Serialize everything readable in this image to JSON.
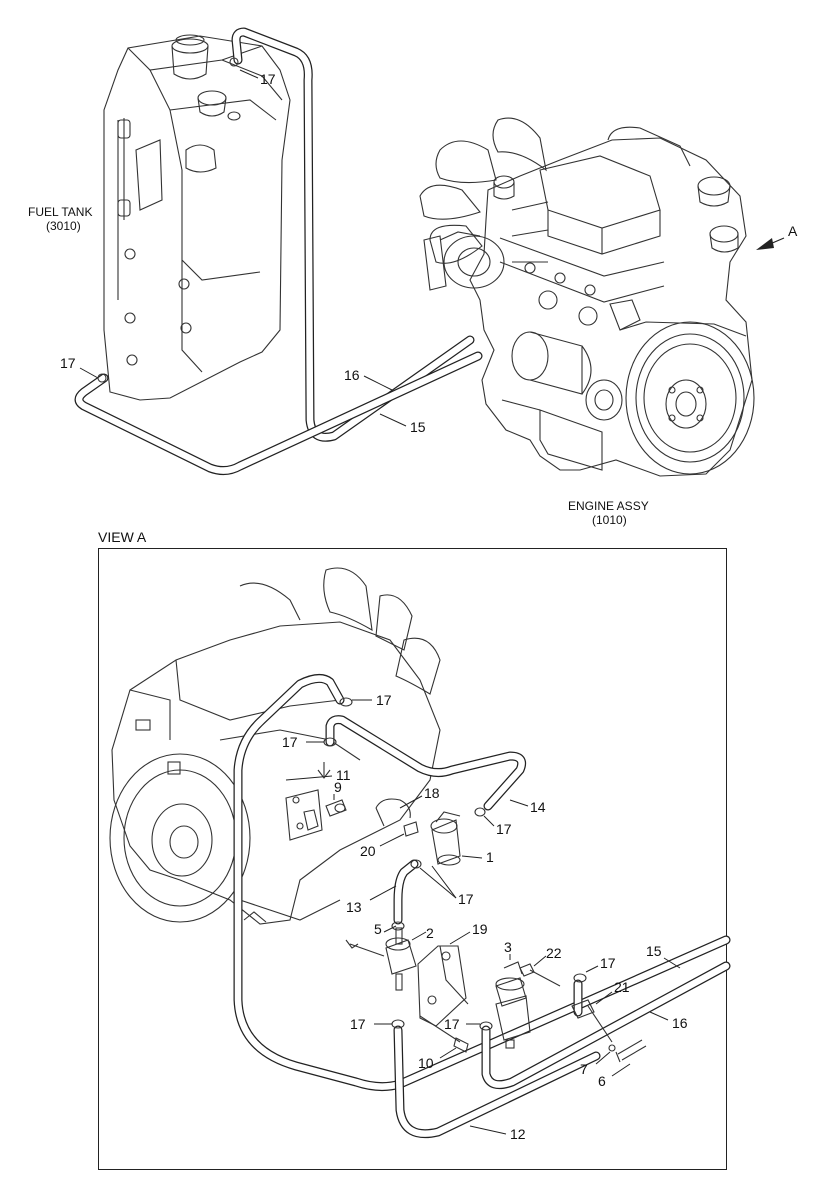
{
  "captions": {
    "fuel_tank": "FUEL TANK",
    "fuel_tank_code": "(3010)",
    "engine": "ENGINE ASSY",
    "engine_code": "(1010)",
    "view_arrow": "A",
    "view_title": "VIEW A"
  },
  "callouts_top": {
    "c17a": "17",
    "c17b": "17",
    "c16": "16",
    "c15": "15"
  },
  "callouts_view": {
    "c17_1": "17",
    "c17_2": "17",
    "c11": "11",
    "c9": "9",
    "c18": "18",
    "c14": "14",
    "c17_3": "17",
    "c20": "20",
    "c1": "1",
    "c13": "13",
    "c17_4": "17",
    "c5": "5",
    "c2": "2",
    "c19": "19",
    "c3": "3",
    "c22": "22",
    "c17_5": "17",
    "c15": "15",
    "c21": "21",
    "c16": "16",
    "c17_6": "17",
    "c17_7": "17",
    "c10": "10",
    "c7": "7",
    "c6": "6",
    "c12": "12"
  }
}
